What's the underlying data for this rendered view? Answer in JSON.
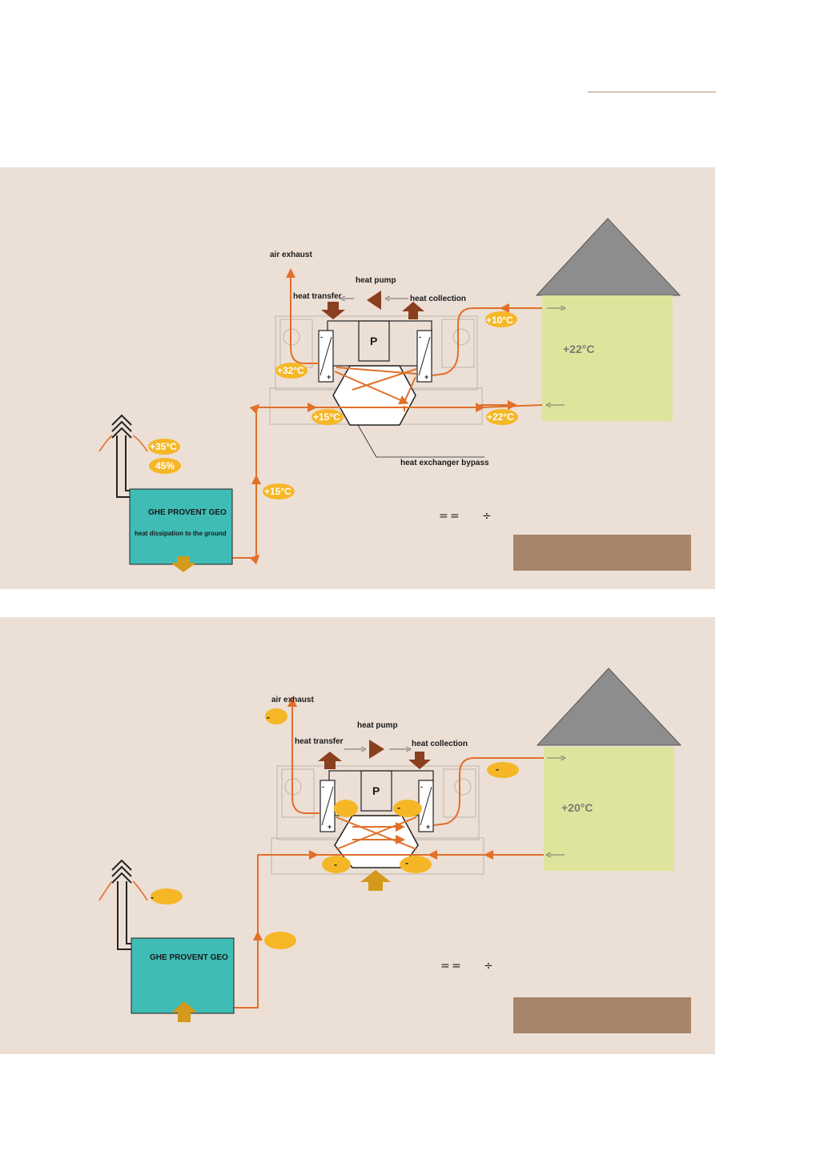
{
  "summer": {
    "air_exhaust": "air exhaust",
    "heat_pump": "heat pump",
    "heat_transfer": "heat transfer",
    "heat_collection": "heat collection",
    "pump_letter": "P",
    "temp_out_house": "+10°C",
    "temp_house": "+22°C",
    "temp_return": "+22°C",
    "temp_condenser": "+32°C",
    "temp_hx": "+15°C",
    "temp_chimney": "+35°C",
    "humidity_chimney": "45%",
    "temp_geo_line": "+15°C",
    "bypass": "heat exchanger bypass",
    "geo_title": "GHE PROVENT GEO",
    "geo_subtitle": "heat dissipation to the ground",
    "sym_left": "=",
    "sym_right": "÷",
    "colors": {
      "pipe": "#e0702a",
      "bubble": "#f5b726",
      "house": "#dfe49d",
      "roof": "#8d8d8d",
      "geo": "#3fbcb5",
      "arrow_brown": "#8a3f1e",
      "arrow_gold": "#d39a1c",
      "legend": "#a6856a"
    }
  },
  "winter": {
    "air_exhaust": "air exhaust",
    "exhaust_bubble": "-",
    "heat_pump": "heat pump",
    "heat_transfer": "heat transfer",
    "heat_collection": "heat collection",
    "pump_letter": "P",
    "temp_out_house": "-",
    "temp_house": "+20°C",
    "bubble_left_unit": "",
    "bubble_right_unit": "-",
    "bubble_hx_left": "-",
    "bubble_hx_right": "-",
    "bubble_chimney": "-",
    "bubble_geo_line": "",
    "geo_title": "GHE PROVENT GEO",
    "sym_left": "=",
    "sym_right": "÷"
  }
}
